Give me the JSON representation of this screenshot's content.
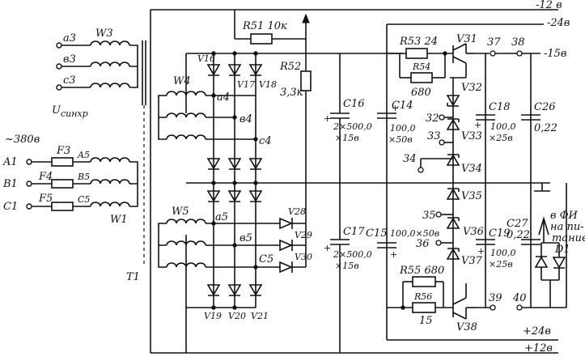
{
  "rails": {
    "m12": "-12 в",
    "m24": "-24в",
    "m15": "-15в",
    "p24": "+24в",
    "p12": "+12в"
  },
  "sync_winding": {
    "name": "W3",
    "taps": [
      "a3",
      "в3",
      "c3"
    ],
    "caption": "U",
    "caption_sub": "синхр"
  },
  "mains": {
    "voltage": "~380в",
    "phases": [
      "A1",
      "B1",
      "C1"
    ],
    "fuses": [
      "F3",
      "F4",
      "F5"
    ],
    "ends": [
      "A5",
      "B5",
      "C5"
    ],
    "winding": "W1"
  },
  "transformer": "T1",
  "winding_w4": {
    "name": "W4",
    "taps": [
      "a4",
      "в4",
      "c4"
    ]
  },
  "winding_w5": {
    "name": "W5",
    "taps": [
      "a5",
      "в5",
      "C5"
    ]
  },
  "diodes": {
    "top": [
      "V16",
      "V17",
      "V18"
    ],
    "bottom": [
      "V19",
      "V20",
      "V21"
    ],
    "right": [
      "V28",
      "V29",
      "V30"
    ]
  },
  "r51": "R51 10к",
  "r52": {
    "name": "R52",
    "value": "3,3к"
  },
  "c16": {
    "name": "C16",
    "l1": "2×500,0",
    "l2": "×15в"
  },
  "c17": {
    "name": "C17",
    "l1": "2×500,0",
    "l2": "×15в"
  },
  "c14": {
    "name": "C14",
    "l1": "100,0",
    "l2": "×50в"
  },
  "c15": {
    "name": "C15",
    "l1": "100,0×50в"
  },
  "c18": {
    "name": "C18",
    "l1": "100,0",
    "l2": "×25в"
  },
  "c19": {
    "name": "C19",
    "l1": "100,0",
    "l2": "×25в"
  },
  "c26": {
    "name": "C26",
    "l1": "0,22"
  },
  "c27": {
    "name": "C27",
    "l1": "0,22"
  },
  "r53": "R53 24",
  "r54": "R54",
  "r54_val": "680",
  "r55": "R55 680",
  "r56": "R56",
  "r56_val": "15",
  "transistors": [
    "V31",
    "V38"
  ],
  "zeners": [
    "V32",
    "V33",
    "V34",
    "V35",
    "V36",
    "V37"
  ],
  "terminals": [
    "32",
    "33",
    "34",
    "35",
    "36",
    "37",
    "38",
    "39",
    "40"
  ],
  "fi_note": [
    "в ФИ",
    "на пи-",
    "тание",
    "D1"
  ]
}
